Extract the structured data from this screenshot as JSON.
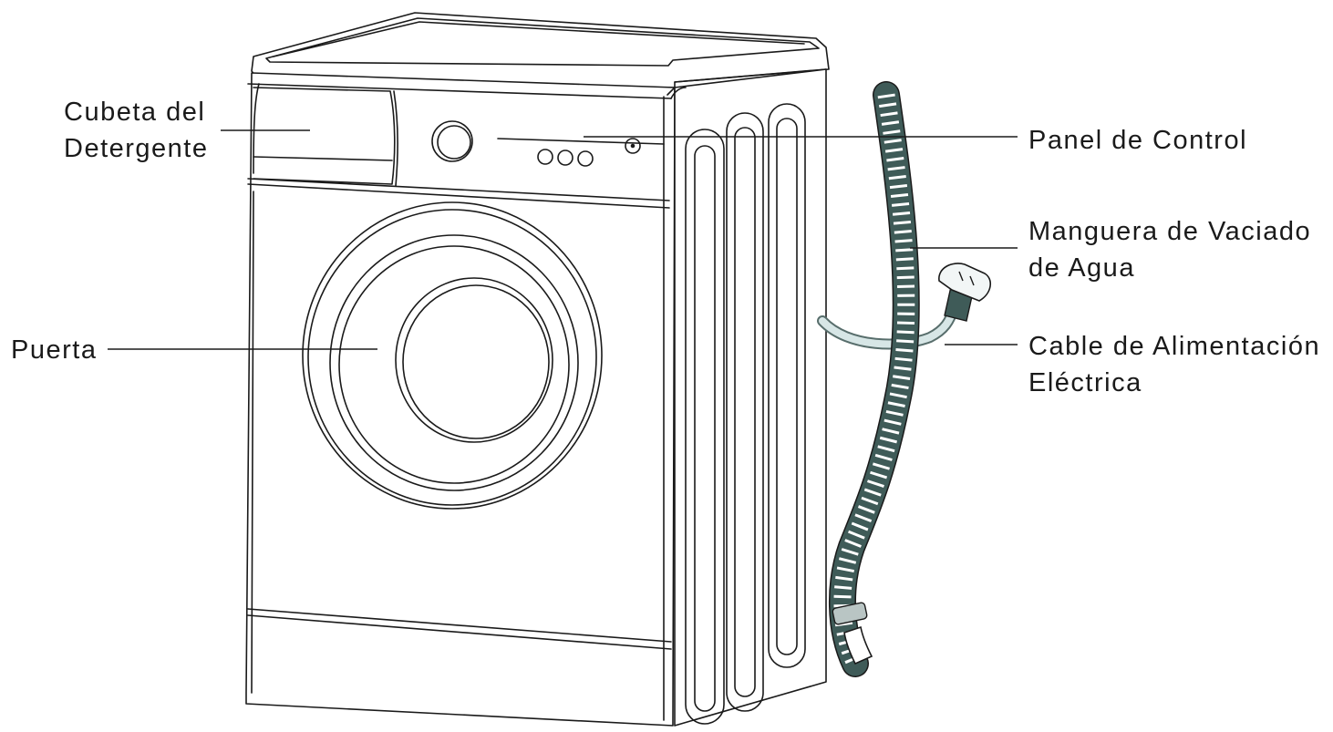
{
  "diagram": {
    "subject": "washing-machine",
    "labels": {
      "detergent_drawer": [
        "Cubeta del",
        "Detergente"
      ],
      "door": [
        "Puerta"
      ],
      "control_panel": [
        "Panel de Control"
      ],
      "drain_hose": [
        "Manguera de Vaciado",
        "de Agua"
      ],
      "power_cable": [
        "Cable de Alimentación",
        "Eléctrica"
      ]
    },
    "colors": {
      "line": "#1a1a1a",
      "hose": "#3f5b58",
      "cable": "#d7e6e6",
      "cable_outline": "#586e6c",
      "background": "#ffffff"
    },
    "icons": {
      "door": "porthole-door-icon",
      "knob": "program-knob-icon",
      "plug": "power-plug-icon",
      "hose": "corrugated-hose-icon"
    }
  }
}
